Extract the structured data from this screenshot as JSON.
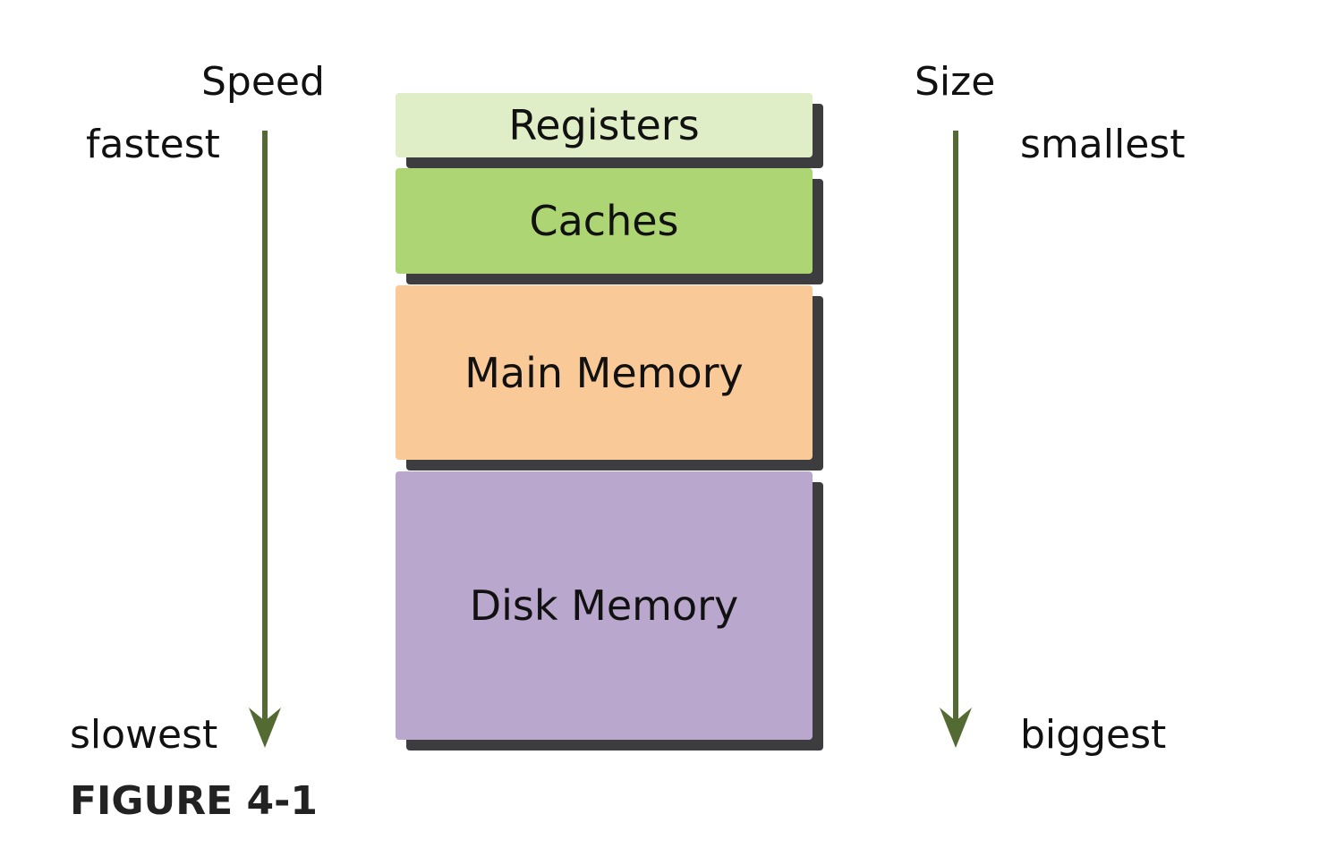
{
  "speed": {
    "title": "Speed",
    "top_label": "fastest",
    "bottom_label": "slowest"
  },
  "size": {
    "title": "Size",
    "top_label": "smallest",
    "bottom_label": "biggest"
  },
  "hierarchy": [
    {
      "label": "Registers",
      "color": "#dfeec6"
    },
    {
      "label": "Caches",
      "color": "#add573"
    },
    {
      "label": "Main Memory",
      "color": "#fac998"
    },
    {
      "label": "Disk Memory",
      "color": "#baa7cd"
    }
  ],
  "colors": {
    "arrow": "#536b33",
    "shadow": "#3d3d3f"
  },
  "figure_label": "FIGURE 4-1"
}
